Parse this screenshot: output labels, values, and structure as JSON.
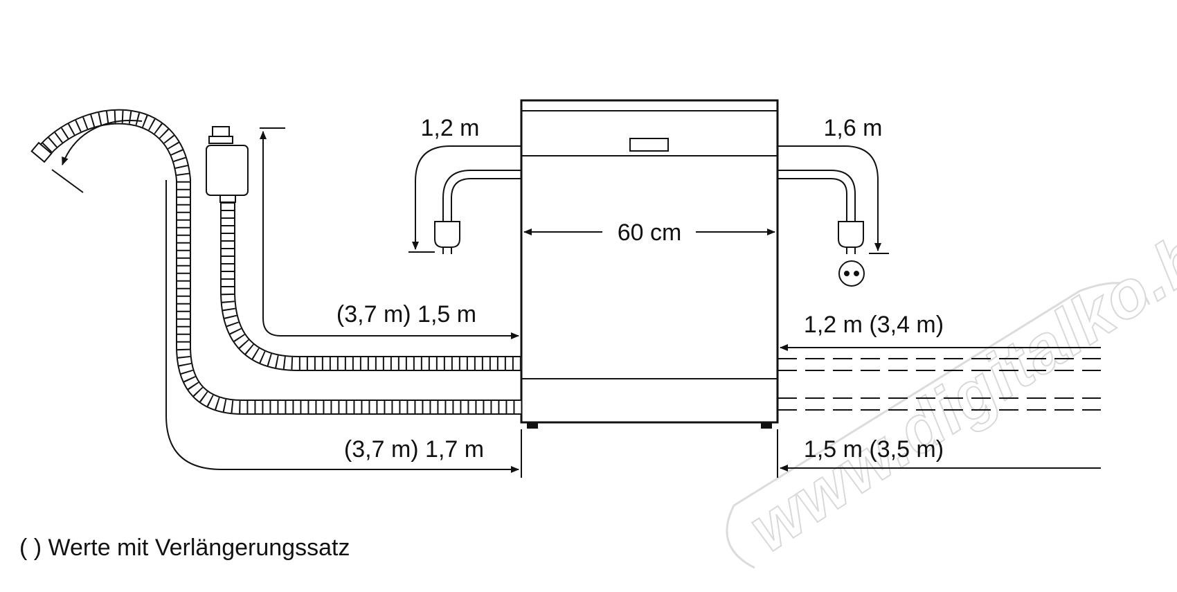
{
  "labels": {
    "power_left": "1,2 m",
    "power_right": "1,6 m",
    "width": "60 cm",
    "drain_upper_left": "(3,7 m) 1,5 m",
    "drain_lower_left": "(3,7 m) 1,7 m",
    "right_upper": "1,2 m (3,4 m)",
    "right_lower": "1,5 m (3,5 m)"
  },
  "footnote": "( ) Werte mit Verlängerungssatz",
  "watermark": "www.digitalko.hu",
  "colors": {
    "stroke": "#111111",
    "background": "#ffffff",
    "watermark": "#d9d9d9"
  },
  "icons": [
    "water-faucet-connector-icon",
    "power-plug-icon",
    "power-socket-icon",
    "drain-hose-end-icon"
  ]
}
